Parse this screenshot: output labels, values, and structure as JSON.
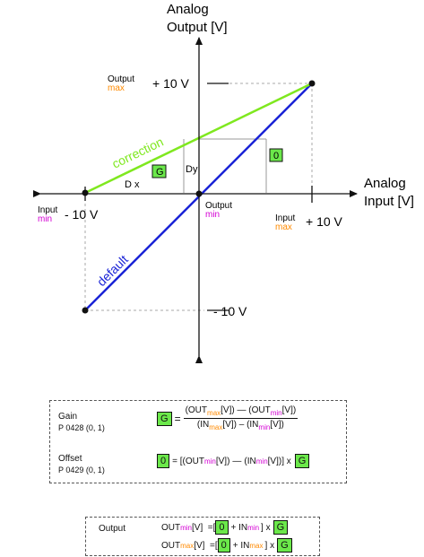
{
  "axes": {
    "y_title_line1": "Analog",
    "y_title_line2": "Output [V]",
    "x_title_line1": "Analog",
    "x_title_line2": "Input [V]"
  },
  "ticks": {
    "y_pos": "+ 10 V",
    "y_neg": "- 10 V",
    "x_pos": "+ 10 V",
    "x_neg": "- 10 V"
  },
  "point_labels": {
    "output": "Output",
    "input": "Input",
    "max": "max",
    "min": "min"
  },
  "lines": {
    "correction": "correction",
    "default": "default"
  },
  "annotations": {
    "dx": "D x",
    "dy": "Dy",
    "gain_symbol": "G",
    "offset_symbol": "0"
  },
  "colors": {
    "correction": "#7fe81f",
    "default": "#1a23d6",
    "magenta": "#d400d4",
    "orange": "#ff8a00",
    "badge": "#6be84a"
  },
  "box1": {
    "gain_label": "Gain",
    "gain_param": "P 0428 (0, 1)",
    "offset_label": "Offset",
    "offset_param": "P 0429 (0, 1)",
    "eq": "=",
    "out": "(OUT",
    "in": "(IN",
    "v_close": "[V])",
    "minus": "—",
    "minus_small": "–",
    "v_bracket": "[V]",
    "close_paren": ")",
    "offset_open": "= [(OUT",
    "offset_tail": "[V])] x",
    "offset_mid_in": "(IN",
    "max": "max",
    "min": "min"
  },
  "box2": {
    "output_label": "Output",
    "out": "OUT",
    "min": "min",
    "max": "max",
    "v_eq": "[V]  =[",
    "plus_in": "+ IN",
    "bracket_x": "] x"
  }
}
